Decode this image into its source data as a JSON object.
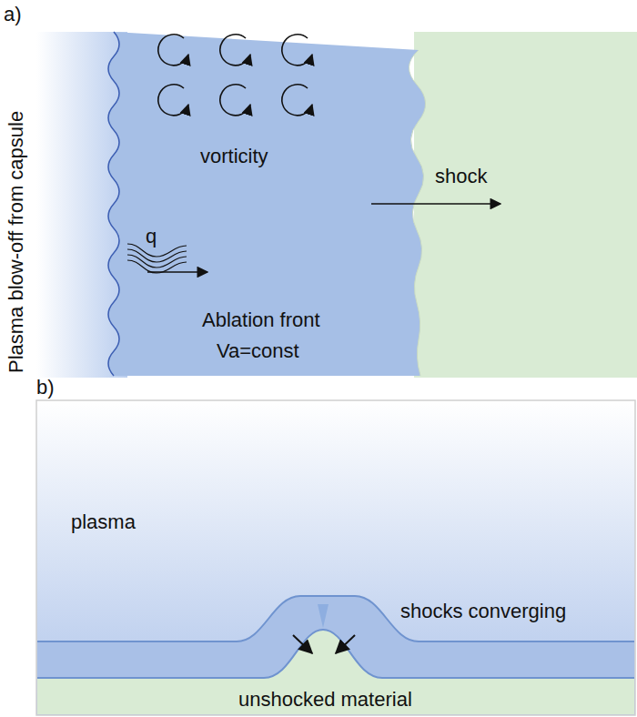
{
  "diagram": {
    "labels": [
      "a)",
      "Plasma blow-off from capsule",
      "vorticity",
      "shock",
      "q",
      "Ablation front",
      "Va=const",
      "b)",
      "plasma",
      "shocks converging",
      "unshocked material"
    ]
  }
}
